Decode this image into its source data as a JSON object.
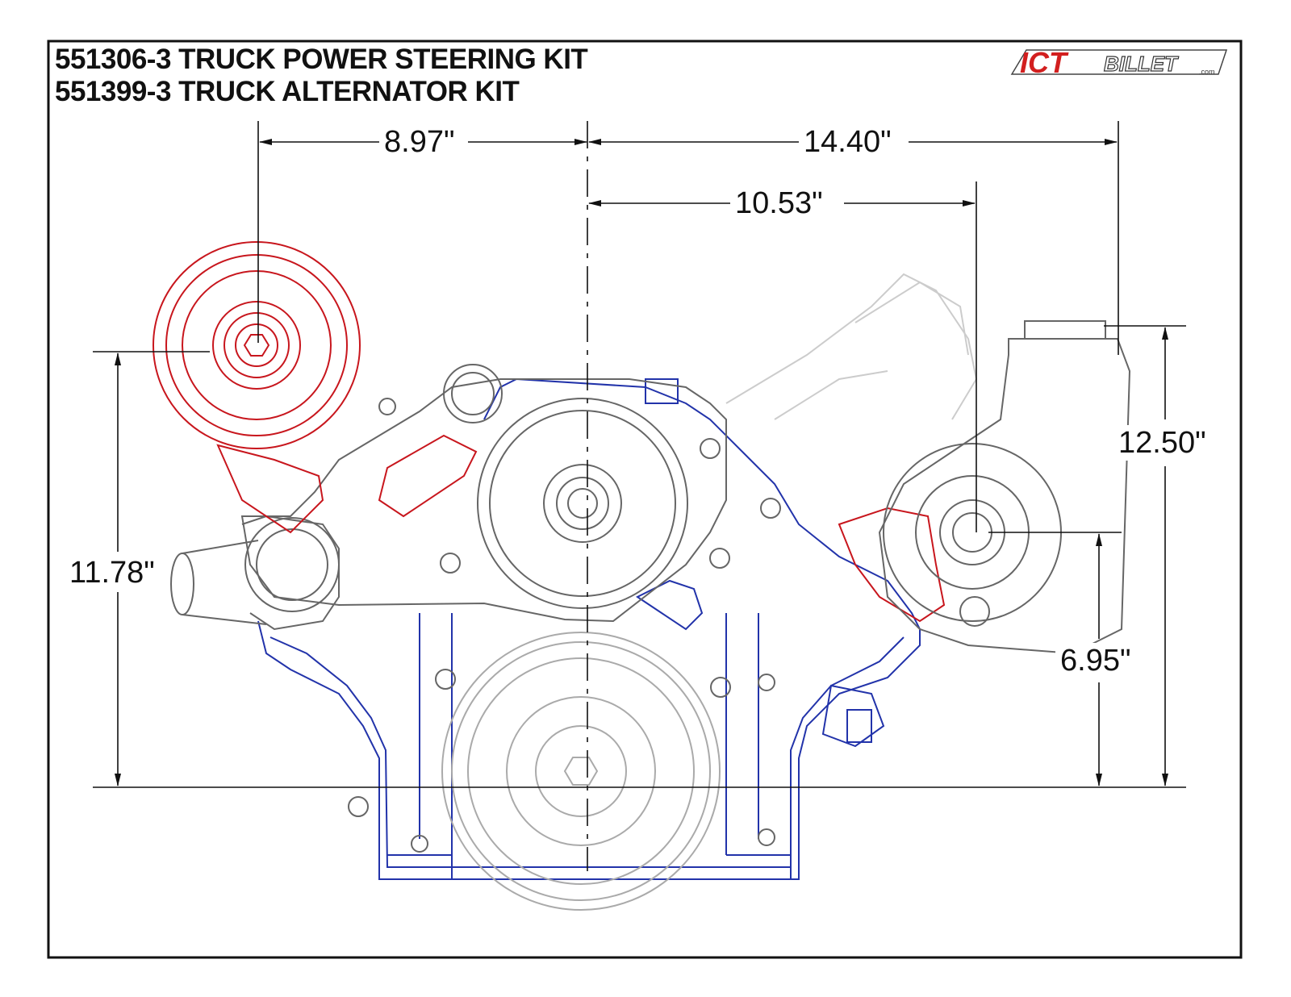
{
  "titles": {
    "line1": "551306-3 TRUCK POWER STEERING KIT",
    "line2": "551399-3 TRUCK ALTERNATOR KIT"
  },
  "logo": {
    "text": "ICT",
    "suffix": "BILLET",
    "tld": ".com",
    "color_primary": "#d21f1f"
  },
  "dimensions": {
    "alt_to_center": "8.97\"",
    "center_to_ps_bracket": "14.40\"",
    "center_to_ps_pulley": "10.53\"",
    "ps_height": "12.50\"",
    "alt_height": "11.78\"",
    "ps_pulley_height": "6.95\""
  },
  "colors": {
    "engine_outline": "#2233aa",
    "bracket": "#c8161d",
    "component": "#777777",
    "dimension": "#111111"
  }
}
